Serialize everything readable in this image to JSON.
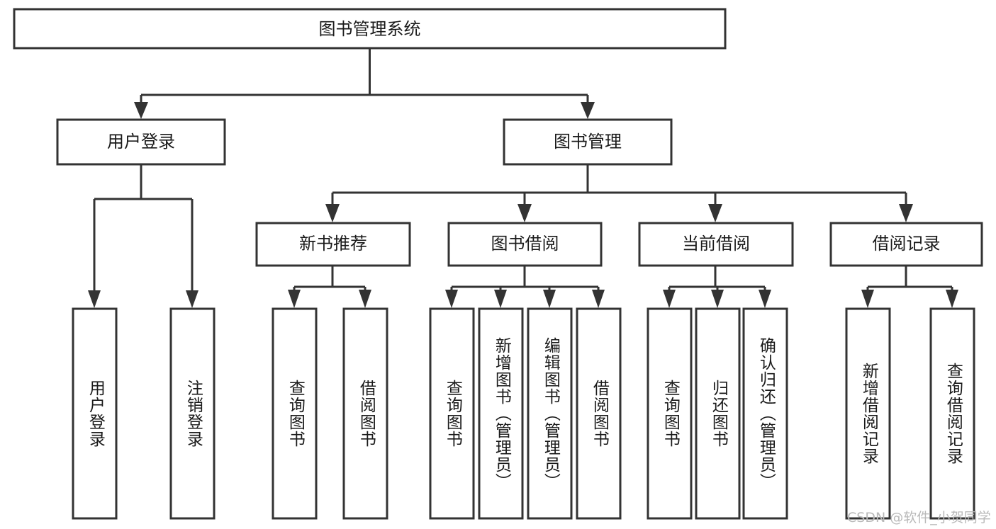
{
  "diagram": {
    "title": "图书管理系统",
    "type": "hierarchy-tree",
    "orientation": "top-down",
    "colors": {
      "box_fill": "#ffffff",
      "box_stroke": "#333333",
      "connector": "#333333",
      "text": "#1a1a1a",
      "watermark": "#b9b9b9"
    },
    "levels": [
      {
        "level": 1,
        "nodes": [
          {
            "id": "root",
            "label": "图书管理系统",
            "orientation": "horizontal"
          }
        ]
      },
      {
        "level": 2,
        "nodes": [
          {
            "id": "login",
            "label": "用户登录",
            "orientation": "horizontal",
            "parent": "root"
          },
          {
            "id": "bookmgmt",
            "label": "图书管理",
            "orientation": "horizontal",
            "parent": "root"
          }
        ]
      },
      {
        "level": 3,
        "nodes": [
          {
            "id": "newbook",
            "label": "新书推荐",
            "orientation": "horizontal",
            "parent": "bookmgmt"
          },
          {
            "id": "borrow",
            "label": "图书借阅",
            "orientation": "horizontal",
            "parent": "bookmgmt"
          },
          {
            "id": "current",
            "label": "当前借阅",
            "orientation": "horizontal",
            "parent": "bookmgmt"
          },
          {
            "id": "record",
            "label": "借阅记录",
            "orientation": "horizontal",
            "parent": "bookmgmt"
          }
        ]
      },
      {
        "level": 4,
        "nodes": [
          {
            "id": "leaf-1",
            "label": "用户登录",
            "orientation": "vertical",
            "parent": "login"
          },
          {
            "id": "leaf-2",
            "label": "注销登录",
            "orientation": "vertical",
            "parent": "login"
          },
          {
            "id": "leaf-3",
            "label": "查询图书",
            "orientation": "vertical",
            "parent": "newbook"
          },
          {
            "id": "leaf-4",
            "label": "借阅图书",
            "orientation": "vertical",
            "parent": "newbook"
          },
          {
            "id": "leaf-5",
            "label": "查询图书",
            "orientation": "vertical",
            "parent": "borrow"
          },
          {
            "id": "leaf-6",
            "label": "新增图书（管理员）",
            "orientation": "vertical",
            "parent": "borrow"
          },
          {
            "id": "leaf-7",
            "label": "编辑图书（管理员）",
            "orientation": "vertical",
            "parent": "borrow"
          },
          {
            "id": "leaf-8",
            "label": "借阅图书",
            "orientation": "vertical",
            "parent": "borrow"
          },
          {
            "id": "leaf-9",
            "label": "查询图书",
            "orientation": "vertical",
            "parent": "current"
          },
          {
            "id": "leaf-10",
            "label": "归还图书",
            "orientation": "vertical",
            "parent": "current"
          },
          {
            "id": "leaf-11",
            "label": "确认归还（管理员）",
            "orientation": "vertical",
            "parent": "current"
          },
          {
            "id": "leaf-12",
            "label": "新增借阅记录",
            "orientation": "vertical",
            "parent": "record"
          },
          {
            "id": "leaf-13",
            "label": "查询借阅记录",
            "orientation": "vertical",
            "parent": "record"
          }
        ]
      }
    ],
    "watermark": "CSDN @软件_小贺同学"
  }
}
